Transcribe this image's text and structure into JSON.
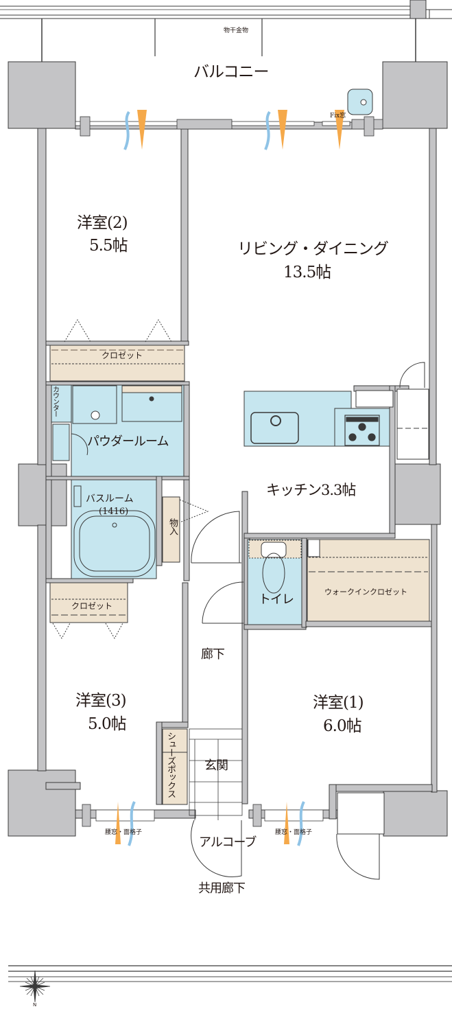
{
  "plan": {
    "colors": {
      "wall": "#c4c4c6",
      "wall_stroke": "#3a3a3a",
      "wet_area": "#c6e6ef",
      "storage": "#efe3d0",
      "vent_blue": "#8fc3e6",
      "vent_orange": "#f5a94a",
      "background": "#ffffff"
    },
    "balcony": {
      "label": "バルコニー",
      "drying_hardware_label": "物干金物",
      "fix_window_label": "Fix窓"
    },
    "rooms": {
      "western_room_2": {
        "name": "洋室(2)",
        "size": "5.5帖"
      },
      "living_dining": {
        "name": "リビング・ダイニング",
        "size": "13.5帖"
      },
      "closet_top": {
        "name": "クロゼット"
      },
      "counter": {
        "name": "カウンター"
      },
      "powder_room": {
        "name": "パウダールーム"
      },
      "bathroom": {
        "name": "バスルーム",
        "spec": "(1416)"
      },
      "storage": {
        "name": "物入"
      },
      "kitchen": {
        "name": "キッチン3.3帖"
      },
      "toilet": {
        "name": "トイレ"
      },
      "walk_in_closet": {
        "name": "ウォークインクロゼット"
      },
      "closet_left": {
        "name": "クロゼット"
      },
      "hallway": {
        "name": "廊下"
      },
      "western_room_3": {
        "name": "洋室(3)",
        "size": "5.0帖"
      },
      "western_room_1": {
        "name": "洋室(1)",
        "size": "6.0帖"
      },
      "shoe_box": {
        "name": "シューズボックス"
      },
      "entrance": {
        "name": "玄関"
      },
      "alcove": {
        "name": "アルコーブ"
      },
      "common_corridor": {
        "name": "共用廊下"
      }
    },
    "windows": {
      "left_bottom": "腰窓・面格子",
      "right_bottom": "腰窓・面格子"
    },
    "compass": {
      "label": "N",
      "icon": "compass-rose-icon"
    }
  }
}
